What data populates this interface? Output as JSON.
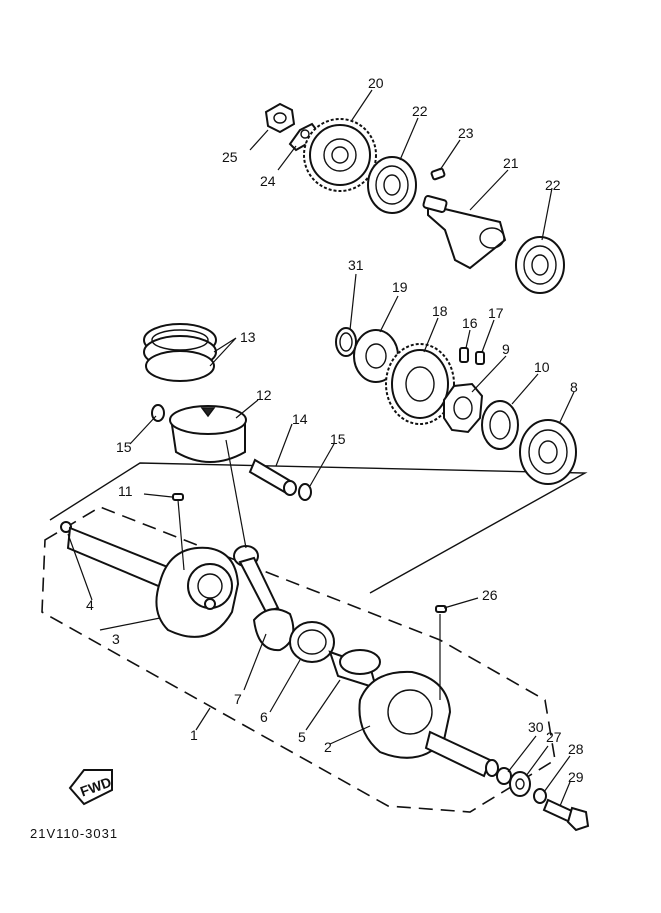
{
  "drawing_code": "21V110-3031",
  "fwd_label": "FWD",
  "callouts": [
    "20",
    "22",
    "25",
    "24",
    "23",
    "21",
    "22",
    "31",
    "19",
    "18",
    "16",
    "17",
    "9",
    "10",
    "8",
    "13",
    "12",
    "14",
    "15",
    "15",
    "11",
    "4",
    "3",
    "26",
    "7",
    "6",
    "5",
    "2",
    "1",
    "30",
    "27",
    "28",
    "29"
  ]
}
